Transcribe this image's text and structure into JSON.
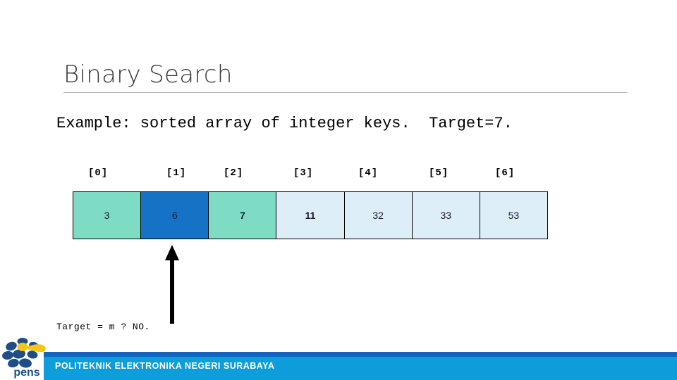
{
  "slide": {
    "title": "Binary Search",
    "subtitle": "Example: sorted array of integer keys.  Target=7.",
    "bottom_note": "Target = m ? NO."
  },
  "array": {
    "index_labels": [
      "[0]",
      "[1]",
      "[2]",
      "[3]",
      "[4]",
      "[5]",
      "[6]"
    ],
    "values": [
      "3",
      "6",
      "7",
      "11",
      "32",
      "33",
      "53"
    ],
    "target": "7",
    "pointer_index": 1,
    "states": [
      "teal",
      "active",
      "teal",
      "pale",
      "pale",
      "pale",
      "pale"
    ]
  },
  "colors": {
    "cell_teal": "#7fdcc4",
    "cell_active": "#1672c4",
    "cell_pale": "#ddeef8",
    "cell_border": "#000000",
    "footer_light": "#0d9ddb",
    "footer_dark": "#1565c0",
    "title_text": "#3a3a3a",
    "rule": "#b5b5b5",
    "logo_navy": "#1f4e87",
    "logo_yellow": "#f5c518"
  },
  "footer": {
    "institution": "POLITEKNIK ELEKTRONIKA NEGERI SURABAYA",
    "logo_wordmark": "pens"
  }
}
